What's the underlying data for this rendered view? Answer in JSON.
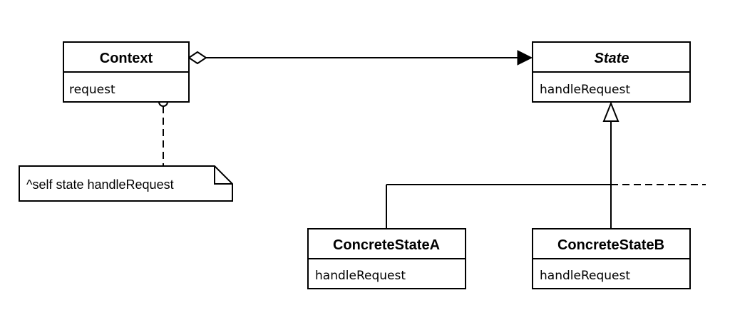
{
  "diagram": {
    "type": "UML class diagram",
    "classes": {
      "context": {
        "name": "Context",
        "abstract": false,
        "members": [
          "request"
        ]
      },
      "state": {
        "name": "State",
        "abstract": true,
        "members": [
          "handleRequest"
        ]
      },
      "concrete_a": {
        "name": "ConcreteStateA",
        "abstract": false,
        "members": [
          "handleRequest"
        ]
      },
      "concrete_b": {
        "name": "ConcreteStateB",
        "abstract": false,
        "members": [
          "handleRequest"
        ]
      }
    },
    "note": {
      "text": "^self state handleRequest",
      "attached_to": "Context.request"
    },
    "relationships": [
      {
        "type": "aggregation",
        "from": "Context",
        "to": "State",
        "navigable": true
      },
      {
        "type": "generalization",
        "from": "ConcreteStateA",
        "to": "State"
      },
      {
        "type": "generalization",
        "from": "ConcreteStateB",
        "to": "State"
      },
      {
        "type": "generalization-elided",
        "from": "more subclasses",
        "to": "State"
      }
    ]
  }
}
